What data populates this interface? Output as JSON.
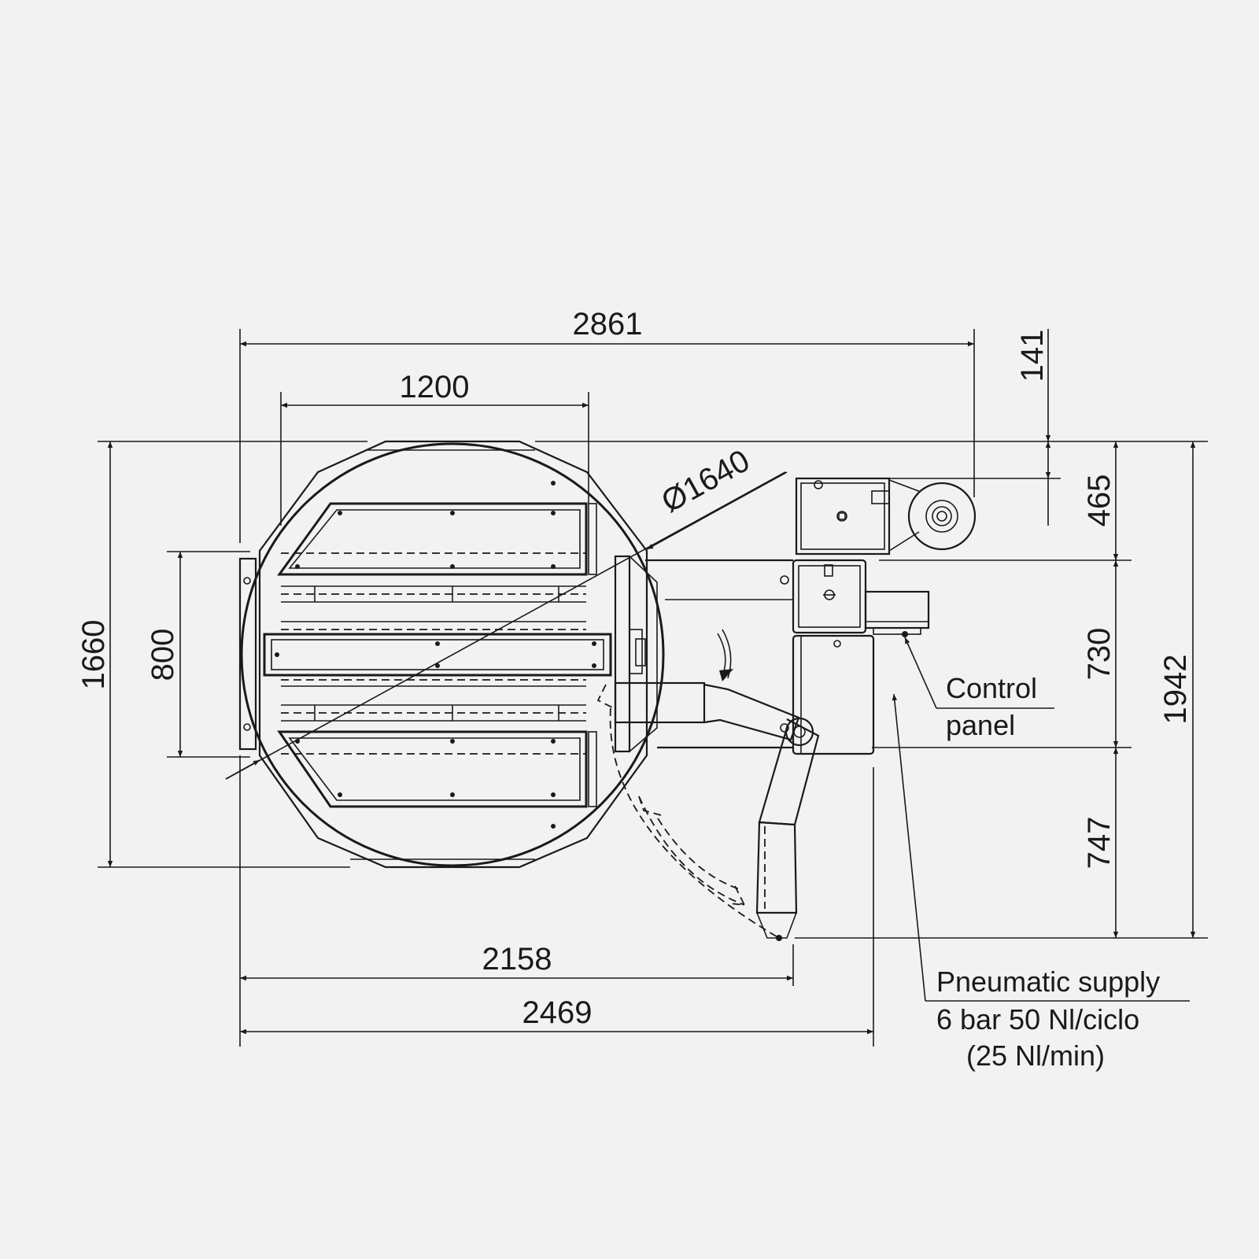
{
  "dimensions": {
    "overall_length": "2861",
    "pallet_length": "1200",
    "turntable_diameter": "Ø1640",
    "turntable_width": "1660",
    "pallet_width": "800",
    "length_to_mast": "2158",
    "length_to_base": "2469",
    "offset_top": "141",
    "reel_height": "465",
    "base_height": "730",
    "arm_height": "747",
    "overall_width": "1942"
  },
  "labels": {
    "control_panel_line1": "Control",
    "control_panel_line2": "panel",
    "pneumatic_line1": "Pneumatic supply",
    "pneumatic_line2": "6 bar 50 Nl/ciclo",
    "pneumatic_line3": "(25 Nl/min)"
  },
  "colors": {
    "background": "#f2f2f2",
    "ink": "#1a1a1a"
  }
}
